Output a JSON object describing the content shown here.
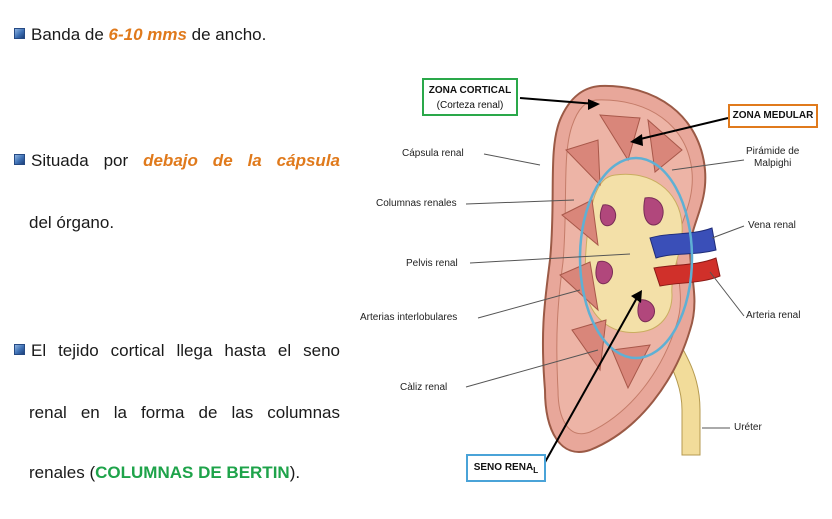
{
  "text": {
    "b1_pre": "Banda de ",
    "b1_em": "6-10 mms",
    "b1_post": " de ancho.",
    "b2_pre": "Situada  por  ",
    "b2_em": "debajo  de  la  cápsula",
    "b2_line2": "del órgano.",
    "b3_line1": "El tejido cortical llega hasta  el seno",
    "b3_line2": "renal  en  la  forma  de  las  columnas",
    "b3_line3_pre": "renales (",
    "b3_line3_em": "COLUMNAS DE BERTIN",
    "b3_line3_post": ")."
  },
  "diagram": {
    "boxes": {
      "zona_cortical_1": "ZONA CORTICAL",
      "zona_cortical_2": "(Corteza renal)",
      "zona_medular": "ZONA MEDULAR",
      "seno_renal": "SENO RENA",
      "seno_renal_sub": "L"
    },
    "labels": {
      "capsula": "Cápsula renal",
      "columnas": "Columnas renales",
      "pelvis": "Pelvis renal",
      "arterias_inter": "Arterias interlobulares",
      "caliz": "Càliz renal",
      "piramide_1": "Pirámide de",
      "piramide_2": "Malpighi",
      "vena": "Vena renal",
      "arteria": "Arteria renal",
      "ureter": "Uréter"
    },
    "colors": {
      "cortex": "#e8a79a",
      "medulla_pyramid": "#d9867a",
      "pelvis": "#f3e0a8",
      "vein": "#3a4fb8",
      "artery": "#d0302a",
      "sinus_outline": "#5fb0d4",
      "box_green": "#2aa84a",
      "box_orange": "#e07a1c",
      "box_blue": "#4aa3d8"
    }
  }
}
